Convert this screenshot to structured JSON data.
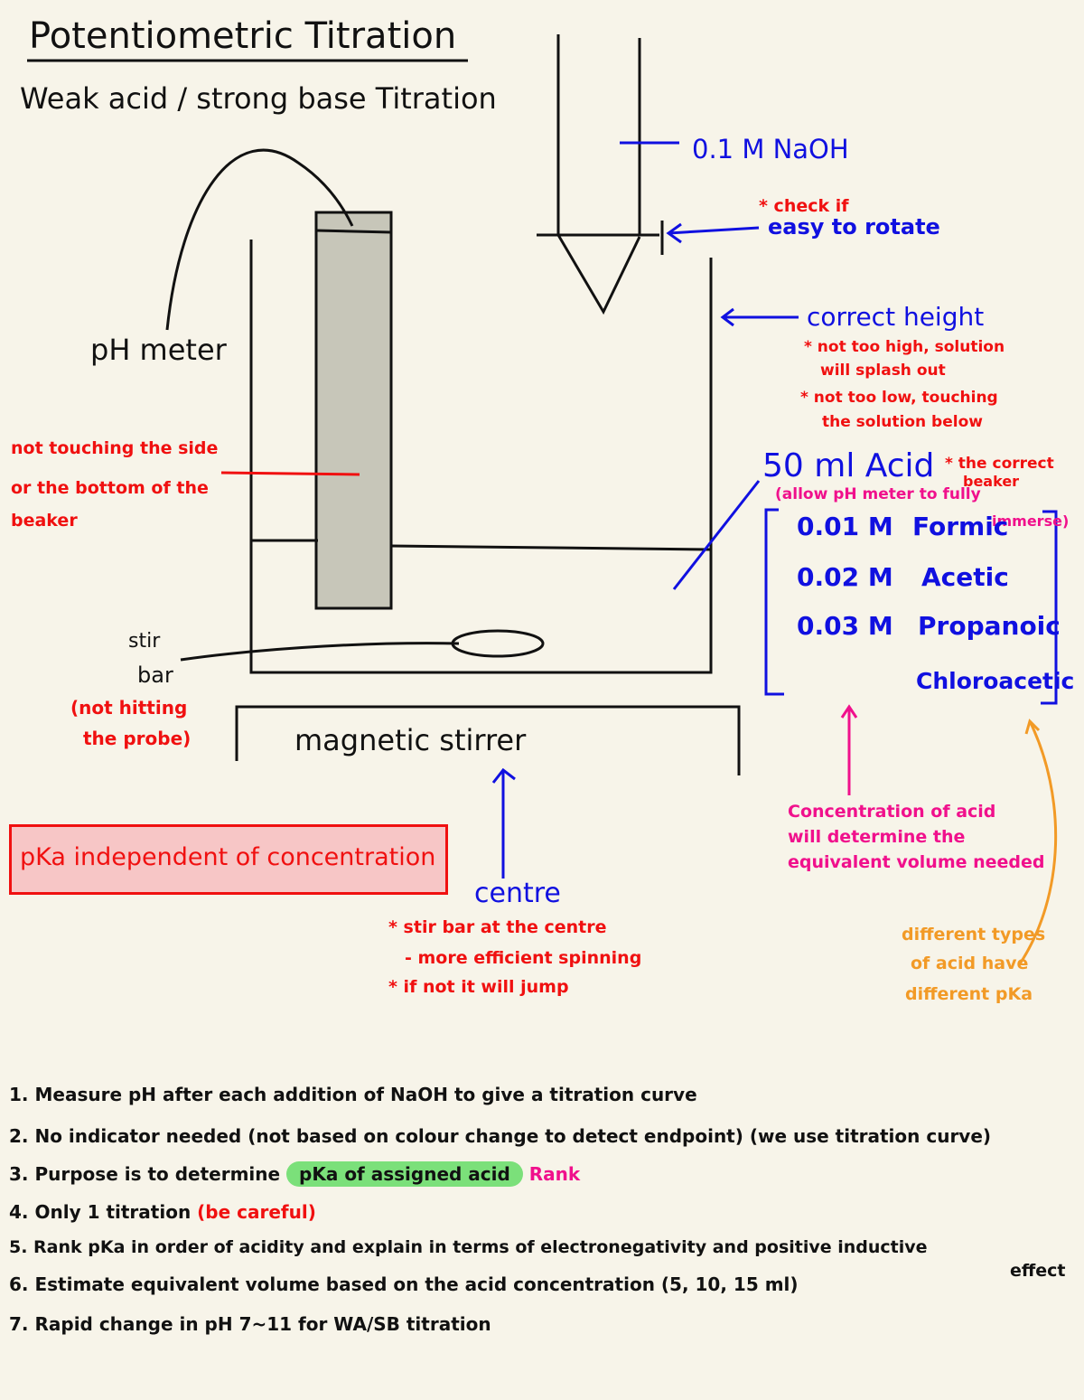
{
  "title": "Potentiometric Titration",
  "subtitle": "Weak acid / strong base Titration",
  "apparatus": {
    "burette_label": "0.1 M NaOH",
    "tap_note_1": "* check if",
    "tap_note_2": "easy to rotate",
    "height_label": "correct height",
    "height_note_1": "* not too high, solution",
    "height_note_2": "will splash out",
    "height_note_3": "* not too low, touching",
    "height_note_4": "the solution below",
    "ph_meter_label": "pH meter",
    "probe_note_1": "not touching the side",
    "probe_note_2": "or the bottom of the",
    "probe_note_3": "beaker",
    "stir_bar_label_1": "stir",
    "stir_bar_label_2": "bar",
    "stir_bar_note_1": "(not hitting",
    "stir_bar_note_2": "the probe)",
    "stirrer_label": "magnetic stirrer",
    "centre_label": "centre",
    "centre_note_1": "* stir bar at the centre",
    "centre_note_2": "- more efficient spinning",
    "centre_note_3": "* if not it will jump"
  },
  "acid": {
    "volume_label": "50 ml Acid",
    "beaker_note_1": "* the correct",
    "beaker_note_2": "beaker",
    "allow_note_1": "(allow pH meter to fully",
    "allow_note_2": "immerse)",
    "concentrations": [
      "0.01 M",
      "0.02 M",
      "0.03 M"
    ],
    "names": [
      "Formic",
      "Acetic",
      "Propanoic",
      "Chloroacetic"
    ]
  },
  "notes": {
    "pka_box": "pKa independent of concentration",
    "concentration_1": "Concentration of acid",
    "concentration_2": "will determine the",
    "concentration_3": "equivalent volume needed",
    "different_1": "different types",
    "different_2": "of acid have",
    "different_3": "different pKa"
  },
  "steps": {
    "s1": "1. Measure pH after each addition of NaOH to give a titration curve",
    "s2": "2. No indicator needed (not based on colour change to detect endpoint) (we use titration curve)",
    "s3_pre": "3. Purpose is to determine",
    "s3_hl": "pKa of assigned acid",
    "s3_post": "Rank",
    "s4_pre": "4. Only 1 titration",
    "s4_red": "(be careful)",
    "s5": "5. Rank pKa in order of acidity and explain in terms of electronegativity and positive inductive",
    "s5_cont": "effect",
    "s6": "6. Estimate equivalent volume based on the acid concentration (5, 10, 15 ml)",
    "s7": "7. Rapid change in pH 7~11 for WA/SB titration"
  },
  "colors": {
    "ink": "#111111",
    "blue": "#1010e0",
    "red": "#f01010",
    "pink": "#f0108c",
    "orange": "#f29a26",
    "highlight": "#7be07a",
    "paper": "#f7f4e9"
  }
}
